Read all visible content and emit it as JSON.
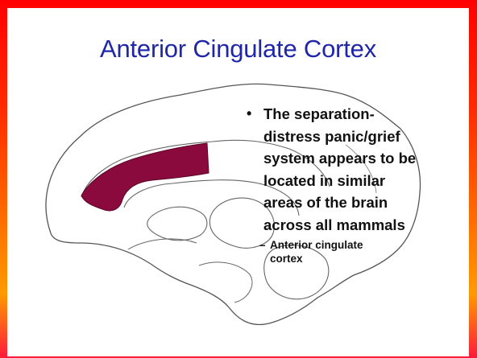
{
  "slide": {
    "title": "Anterior Cingulate Cortex",
    "colors": {
      "title": "#1f26a8",
      "highlight": "#8a0a3e",
      "border_top": "#ff0000",
      "border_bottom": "#ff9a00"
    },
    "bullets": [
      {
        "bullet_icon": "bullet-dot",
        "text": "The separation-distress panic/grief system appears to be located in similar areas of the brain across all mammals",
        "lines": [
          "The separation-",
          "distress panic/grief",
          "system appears to be",
          "located in similar",
          "areas of the brain",
          "across all mammals"
        ],
        "sub": [
          {
            "marker": "–",
            "lines": [
              "Anterior cingulate",
              "cortex"
            ]
          }
        ]
      }
    ]
  }
}
